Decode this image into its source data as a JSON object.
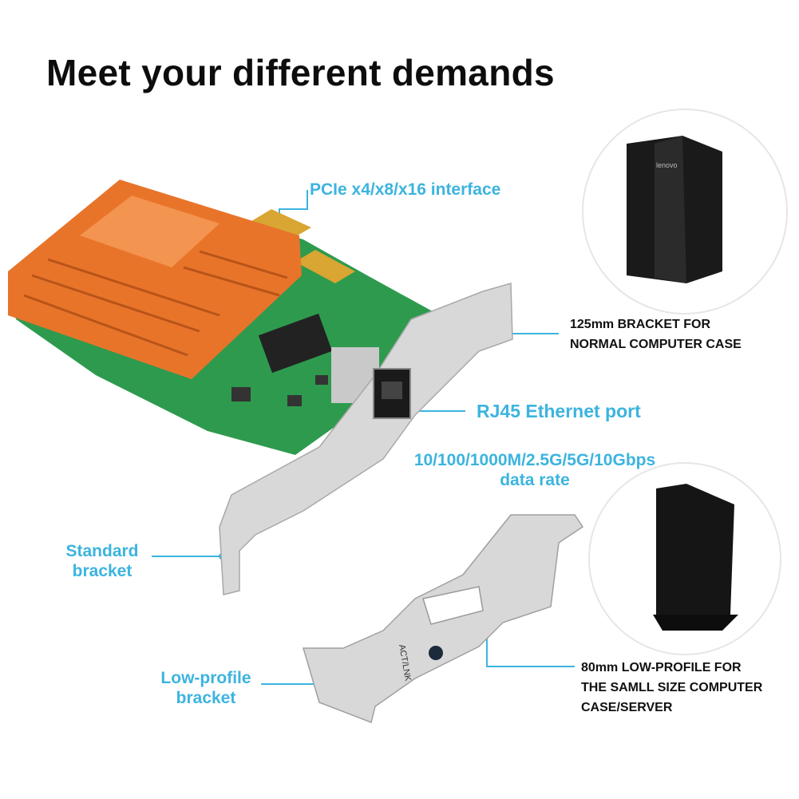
{
  "title": "Meet your different demands",
  "callouts": {
    "pcie": "PCIe x4/x8/x16 interface",
    "rj45": "RJ45 Ethernet port",
    "rate_line1": "10/100/1000M/2.5G/5G/10Gbps",
    "rate_line2": "data rate",
    "standard_line1": "Standard",
    "standard_line2": "bracket",
    "lowprofile_line1": "Low-profile",
    "lowprofile_line2": "bracket"
  },
  "notes": {
    "normal_line1": "125mm BRACKET FOR",
    "normal_line2": "NORMAL COMPUTER CASE",
    "small_line1": "80mm LOW-PROFILE FOR",
    "small_line2": "THE SAMLL SIZE COMPUTER",
    "small_line3": "CASE/SERVER"
  },
  "bracket_print": "ACT/LNK",
  "pc_logo": "lenovo",
  "colors": {
    "callout": "#3cb4df",
    "heatsink": "#e8742a",
    "pcb": "#2e9a4e",
    "bracket": "#d8d8d8"
  }
}
